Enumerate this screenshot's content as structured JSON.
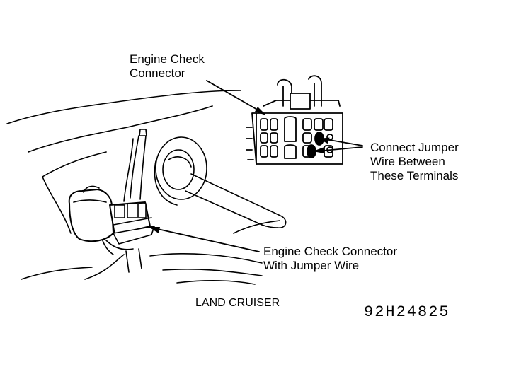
{
  "labels": {
    "engine_check_connector": [
      "Engine Check",
      "Connector"
    ],
    "connect_jumper": [
      "Connect Jumper",
      "Wire Between",
      "These Terminals"
    ],
    "connector_with_jumper": [
      "Engine Check Connector",
      "With Jumper Wire"
    ],
    "model": "LAND CRUISER",
    "figure_code": "92H24825"
  },
  "colors": {
    "ink": "#000000",
    "paper": "#ffffff"
  }
}
